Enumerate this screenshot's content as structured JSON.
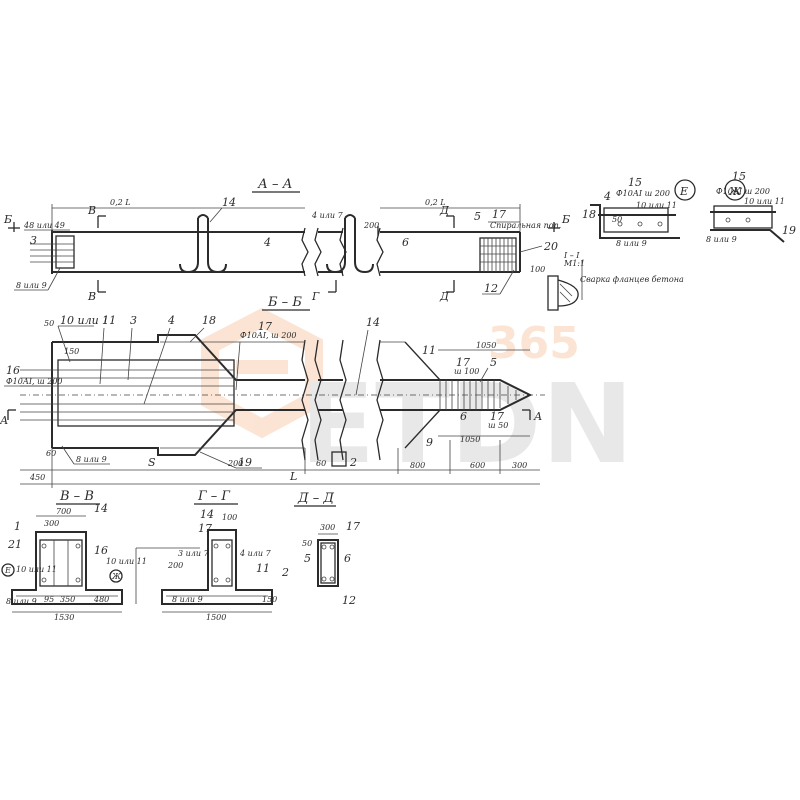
{
  "sections": {
    "aa": "А – А",
    "bb": "Б – Б",
    "vv": "В – В",
    "gg": "Г – Г",
    "dd": "Д – Д",
    "ii": "I – I",
    "ii_scale": "М1:1"
  },
  "markers": {
    "b": "Б",
    "v": "В",
    "g": "Г",
    "d": "Д",
    "a": "А",
    "ye": "Е",
    "zh": "Ж",
    "i": "I"
  },
  "dims": {
    "l_half": "0,2 L",
    "l_total": "L",
    "s": "S",
    "d450": "450",
    "d200": "200",
    "d60": "60",
    "d800": "800",
    "d600": "600",
    "d300": "300",
    "d50": "50",
    "d150": "150",
    "d1050": "1050",
    "d1530": "1530",
    "d1500": "1500",
    "d700": "700",
    "d100": "100",
    "d350": "350",
    "d480": "480",
    "d95": "95"
  },
  "labels": {
    "n1": "1",
    "n2": "2",
    "n3": "3",
    "n4": "4",
    "n5": "5",
    "n6": "6",
    "n9": "9",
    "n11": "11",
    "n12": "12",
    "n14": "14",
    "n15": "15",
    "n16": "16",
    "n17": "17",
    "n18": "18",
    "n19": "19",
    "n20": "20",
    "n21": "21",
    "l48": "48 или 49",
    "l89": "8 или 9",
    "l47": "4 или 7",
    "l37": "3 или 7",
    "l1011": "10 или 11",
    "spiral": "Спиральная поп.",
    "spiral2": "ш 100",
    "f16": "Ф10АI, ш 200",
    "f17": "Ф10АI, ш 200",
    "f15": "Ф10АI ш 200",
    "sh100": "ш 100",
    "sh50": "ш 50",
    "weld": "Сварка фланцев бетона"
  },
  "watermark": {
    "brand": "ETDN",
    "num": "365"
  }
}
